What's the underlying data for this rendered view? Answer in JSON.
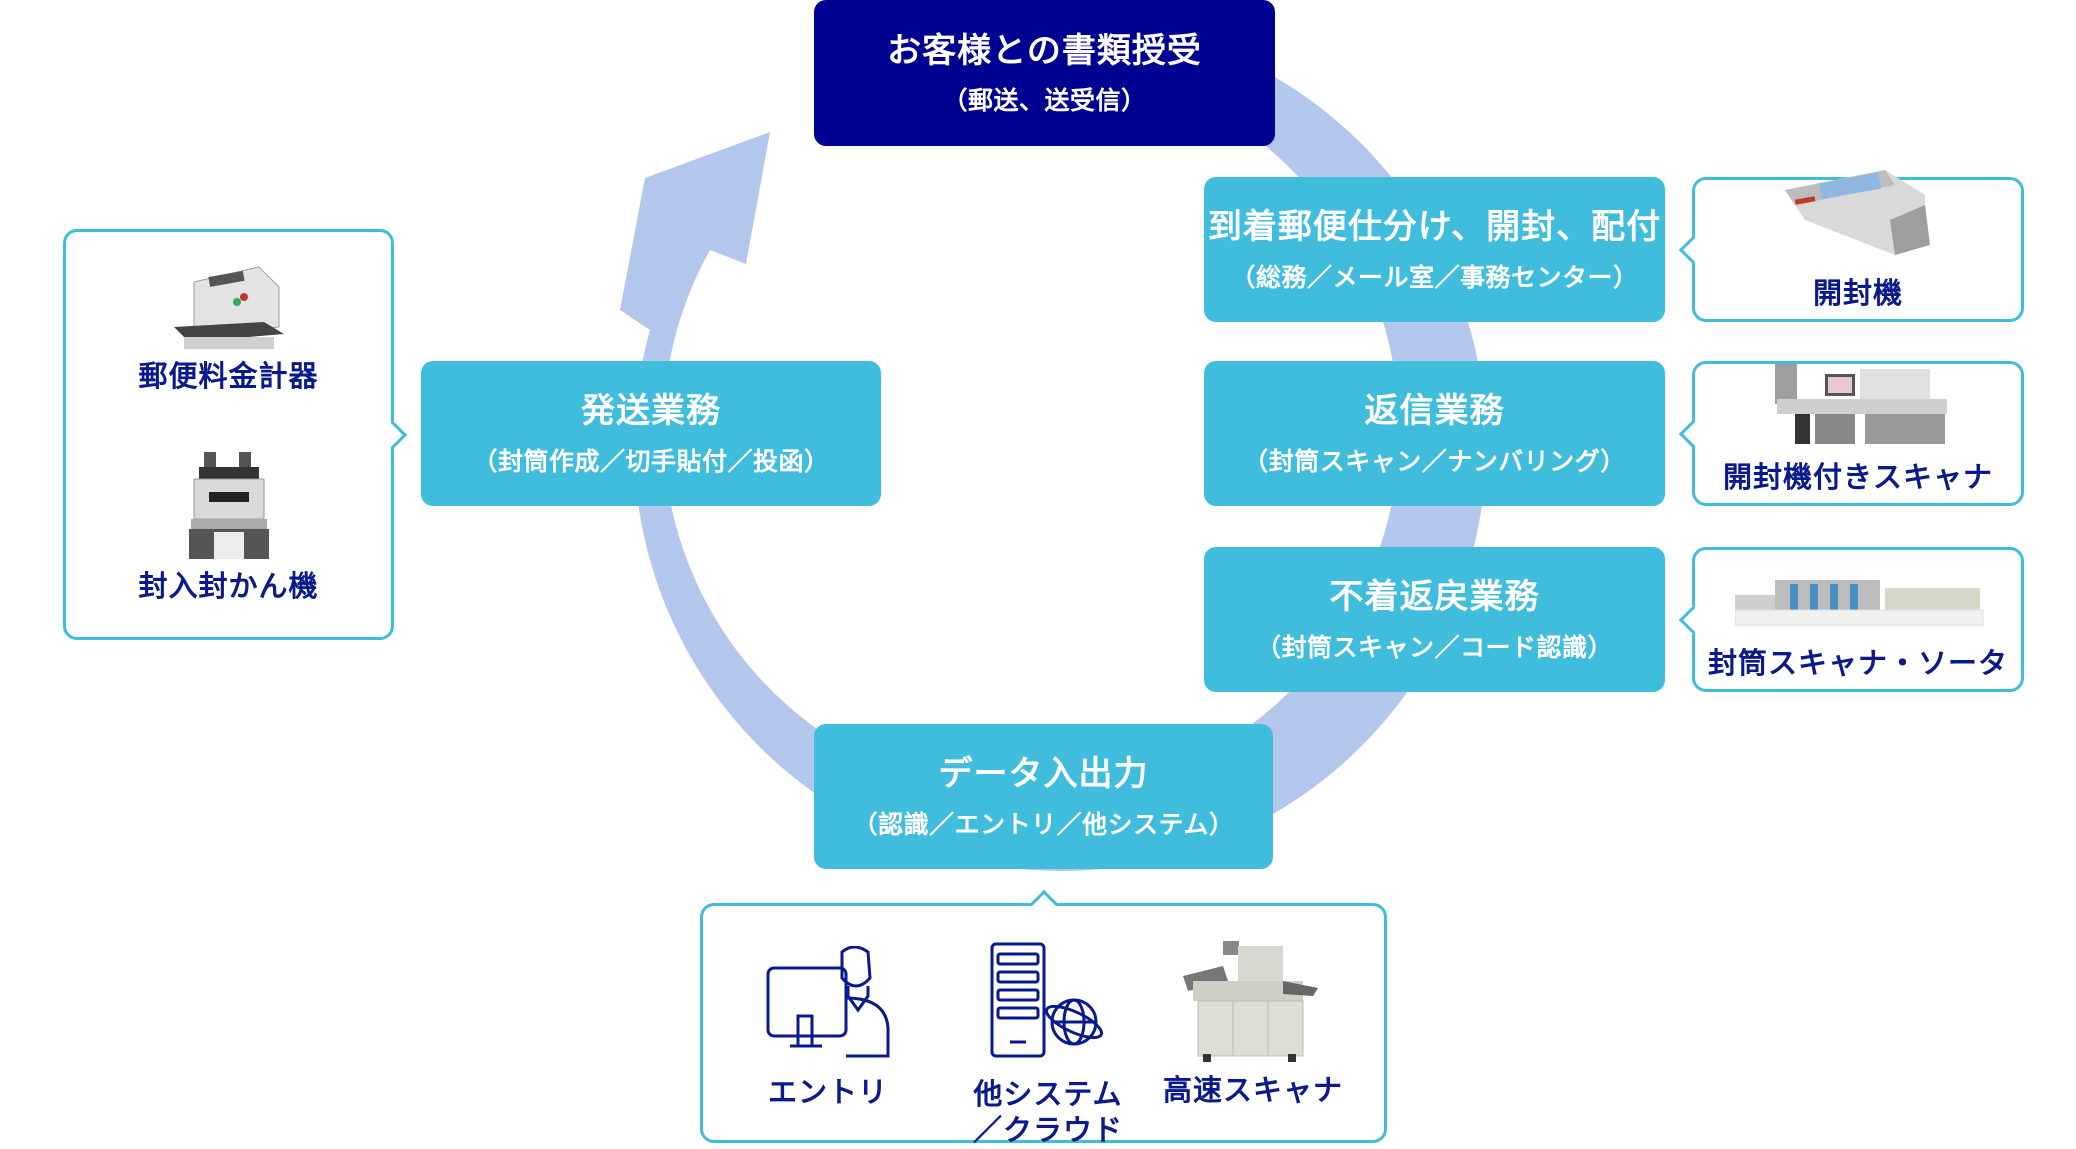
{
  "colors": {
    "navy": "#000091",
    "cyan": "#40BDDC",
    "ring": "#B3C6EC",
    "label_text": "#0A1A8C"
  },
  "center_box": {
    "title": "お客様との書類授受",
    "subtitle": "（郵送、送受信）"
  },
  "steps": [
    {
      "title": "到着郵便仕分け、開封、配付",
      "subtitle": "（総務／メール室／事務センター）"
    },
    {
      "title": "返信業務",
      "subtitle": "（封筒スキャン／ナンバリング）"
    },
    {
      "title": "不着返戻業務",
      "subtitle": "（封筒スキャン／コード認識）"
    },
    {
      "title": "データ入出力",
      "subtitle": "（認識／エントリ／他システム）"
    },
    {
      "title": "発送業務",
      "subtitle": "（封筒作成／切手貼付／投函）"
    }
  ],
  "callouts": {
    "opener": {
      "label": "開封機",
      "icon": "envelope-opener-machine"
    },
    "opener_scanner": {
      "label": "開封機付きスキャナ",
      "icon": "opener-scanner-machine"
    },
    "envelope_sorter": {
      "label": "封筒スキャナ・ソータ",
      "icon": "envelope-scanner-sorter-machine"
    },
    "shipping": [
      {
        "label": "郵便料金計器",
        "icon": "postage-meter-machine"
      },
      {
        "label": "封入封かん機",
        "icon": "inserter-sealer-machine"
      }
    ],
    "data": [
      {
        "label": "エントリ",
        "icon": "person-computer-icon"
      },
      {
        "label": "他システム\n／クラウド",
        "label_line1": "他システム",
        "label_line2": "／クラウド",
        "icon": "server-globe-icon"
      },
      {
        "label": "高速スキャナ",
        "icon": "high-speed-scanner-machine"
      }
    ]
  }
}
